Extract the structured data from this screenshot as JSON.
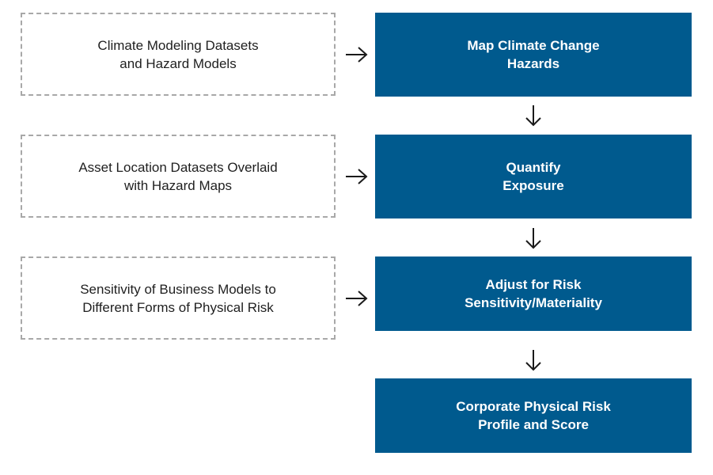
{
  "inputs": [
    {
      "lines": [
        "Climate Modeling Datasets",
        "and Hazard Models"
      ]
    },
    {
      "lines": [
        "Asset Location Datasets Overlaid",
        "with Hazard Maps"
      ]
    },
    {
      "lines": [
        "Sensitivity of Business Models to",
        "Different Forms of Physical Risk"
      ]
    }
  ],
  "steps": [
    {
      "lines": [
        "Map Climate Change",
        "Hazards"
      ]
    },
    {
      "lines": [
        "Quantify",
        "Exposure"
      ]
    },
    {
      "lines": [
        "Adjust for Risk",
        "Sensitivity/Materiality"
      ]
    },
    {
      "lines": [
        "Corporate Physical Risk",
        "Profile and Score"
      ]
    }
  ],
  "colors": {
    "step_fill": "#005a8e",
    "step_text": "#ffffff",
    "input_border": "#a8a8a8",
    "arrow": "#1a1a1a"
  },
  "icons": {
    "right_arrow": "right-arrow-icon",
    "down_arrow": "down-arrow-icon"
  }
}
